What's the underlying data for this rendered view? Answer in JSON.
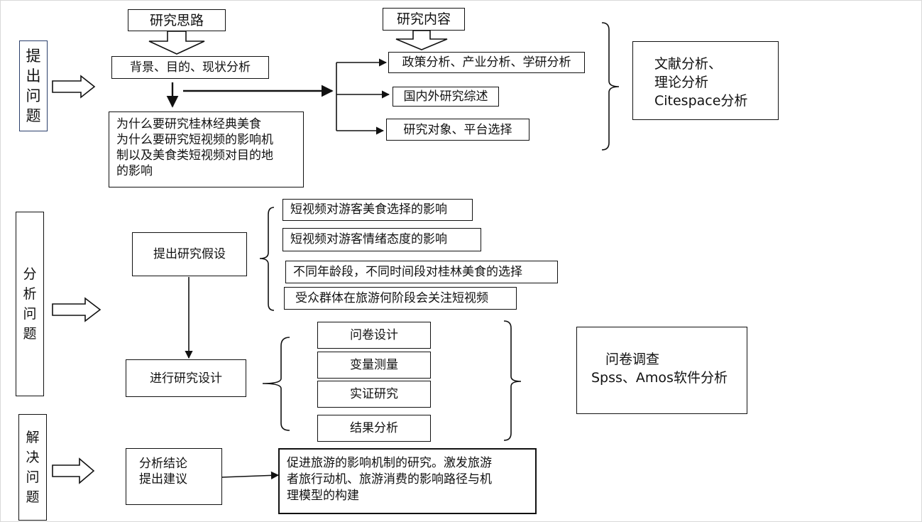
{
  "stages": {
    "stage1": "提出问题",
    "stage2": "分析问题",
    "stage3": "解决问题"
  },
  "top": {
    "approach_label": "研究思路",
    "content_label": "研究内容",
    "background": "背景、目的、现状分析",
    "why_lines": [
      "为什么要研究桂林经典美食",
      "为什么要研究短视频的影响机",
      "制以及美食类短视频对目的地",
      "的影响"
    ],
    "content_items": [
      "政策分析、产业分析、学研分析",
      "国内外研究综述",
      "研究对象、平台选择"
    ],
    "methods_lines": [
      "文献分析、",
      "理论分析",
      "Citespace分析"
    ]
  },
  "middle": {
    "hypothesis": "提出研究假设",
    "hypotheses": [
      "短视频对游客美食选择的影响",
      "短视频对游客情绪态度的影响",
      "不同年龄段，不同时间段对桂林美食的选择",
      "受众群体在旅游何阶段会关注短视频"
    ],
    "design": "进行研究设计",
    "design_items": [
      "问卷设计",
      "变量测量",
      "实证研究",
      "结果分析"
    ],
    "survey_lines": [
      "问卷调查",
      "Spss、Amos软件分析"
    ]
  },
  "bottom": {
    "conclusion_lines": [
      "分析结论",
      "提出建议"
    ],
    "outcome_lines": [
      "促进旅游的影响机制的研究。激发旅游",
      "者旅行动机、旅游消费的影响路径与机",
      "理模型的构建"
    ]
  },
  "colors": {
    "line": "#111111",
    "stage1_border": "#2b3f6b"
  }
}
